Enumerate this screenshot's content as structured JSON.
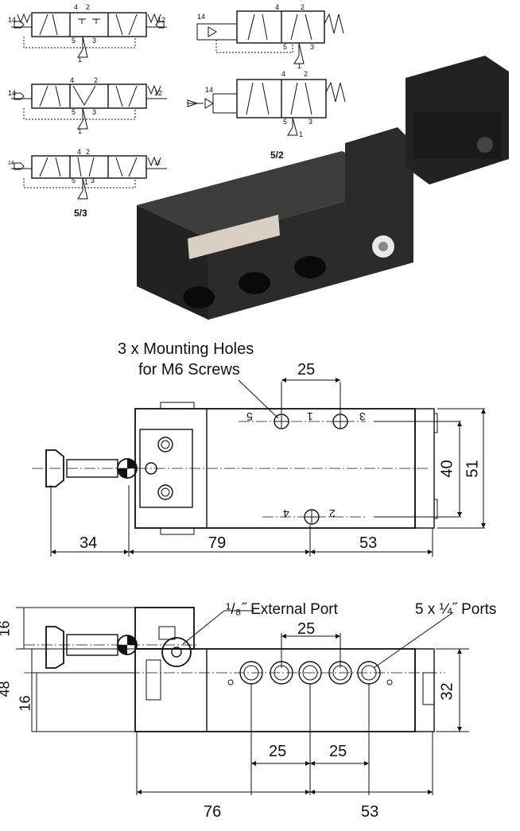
{
  "symbols": {
    "sym1": {
      "p14": "14",
      "p4": "4",
      "p2": "2",
      "p12": "12",
      "p5": "5",
      "p3": "3",
      "p1": "1"
    },
    "sym2": {
      "p14": "14",
      "p4": "4",
      "p2": "2",
      "p12": "12",
      "p5": "5",
      "p3": "3",
      "p1": "1"
    },
    "sym3": {
      "p14": "14",
      "p4": "4",
      "p2": "2",
      "p12": "12",
      "p5": "5",
      "p3": "3",
      "p1": "1"
    },
    "sym4": {
      "p14": "14",
      "p4": "4",
      "p2": "2",
      "p5": "5",
      "p3": "3",
      "p1": "1"
    },
    "sym5": {
      "p14": "14",
      "p4": "4",
      "p2": "2",
      "p5": "5",
      "p3": "3",
      "p1": "1"
    },
    "label_53": "5/3",
    "label_52": "5/2"
  },
  "top_view": {
    "mounting_label_1": "3 x Mounting Holes",
    "mounting_label_2": "for M6 Screws",
    "dim_25": "25",
    "dim_40": "40",
    "dim_51": "51",
    "dim_34": "34",
    "dim_79": "79",
    "dim_53": "53",
    "port_5": "5",
    "port_1": "1",
    "port_3": "3",
    "port_4": "4",
    "port_2": "2"
  },
  "side_view": {
    "external_port_label": "¹/₈˝ External Port",
    "ports_label": "5 x ¼˝ Ports",
    "dim_25_top": "25",
    "dim_25_a": "25",
    "dim_25_b": "25",
    "dim_16_top": "16",
    "dim_48": "48",
    "dim_16_bottom": "16",
    "dim_32": "32",
    "dim_76": "76",
    "dim_53": "53"
  }
}
